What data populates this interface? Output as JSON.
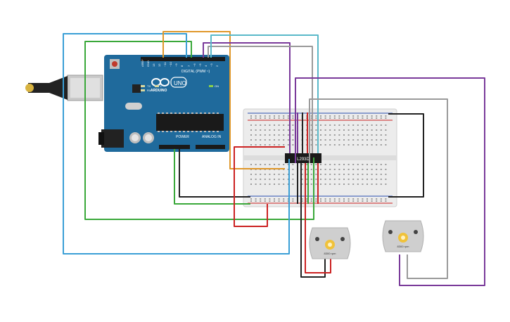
{
  "arduino": {
    "brand_text": "ARDUINO",
    "model_text": "UNO",
    "digital_label": "DIGITAL (PWM ~)",
    "power_label": "POWER",
    "analog_label": "ANALOG IN",
    "tx_label": "TX",
    "rx_label": "RX",
    "on_label": "ON",
    "l_label": "L"
  },
  "chip": {
    "label": "L293D"
  },
  "motors": [
    {
      "label": "8300 rpm"
    },
    {
      "label": "8300 rpm"
    }
  ],
  "colors": {
    "arduino_board": "#1f6a9c",
    "breadboard": "#ececec",
    "wire_green": "#3aa83a",
    "wire_blue": "#3a9fd6",
    "wire_orange": "#e0982a",
    "wire_purple": "#7a3a9a",
    "wire_gray": "#9a9a9a",
    "wire_teal": "#5ab9c9",
    "wire_black": "#222222",
    "wire_red": "#cc2222",
    "motor_gear": "#f0c23a"
  }
}
